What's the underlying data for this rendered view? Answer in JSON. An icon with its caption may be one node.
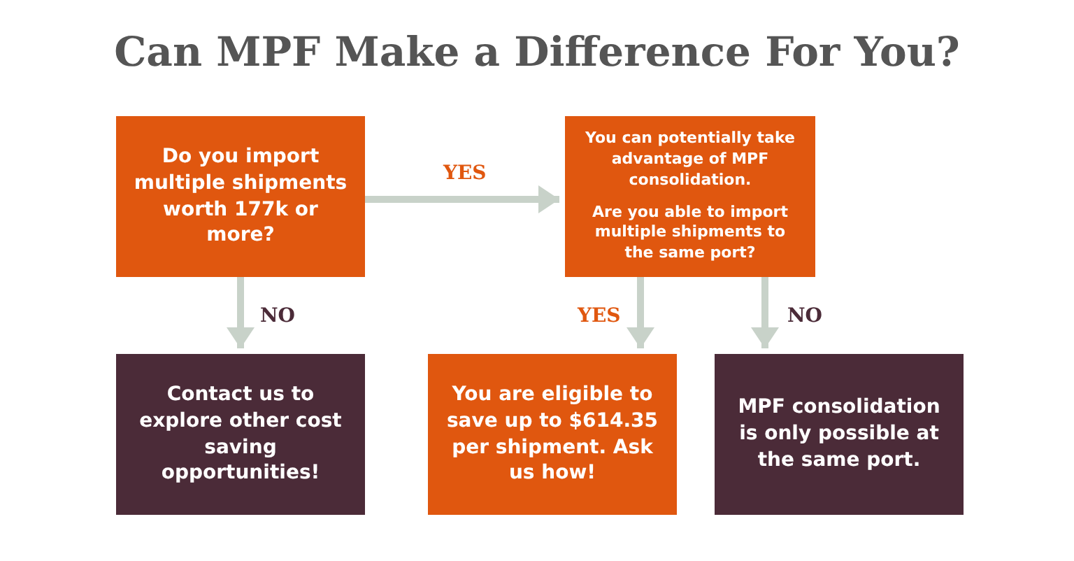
{
  "diagram": {
    "title": "Can MPF Make a Difference For You?",
    "nodes": [
      {
        "text": [
          "Do you import multiple shipments worth 177k or more?"
        ]
      },
      {
        "text": [
          "You can potentially take advantage of MPF consolidation.",
          "Are you able to import multiple shipments to the same port?"
        ]
      },
      {
        "text": [
          "Contact us to explore other cost saving opportunities!"
        ]
      },
      {
        "text": [
          "You are eligible to save up to $614.35 per shipment. Ask us how!"
        ]
      },
      {
        "text": [
          "MPF consolidation is only possible at the same port."
        ]
      }
    ],
    "edges": [
      {
        "from": 0,
        "to": 1,
        "arrow": "to",
        "label": "YES"
      },
      {
        "from": 0,
        "to": 2,
        "arrow": "to",
        "label": "NO"
      },
      {
        "from": 1,
        "to": 3,
        "arrow": "to",
        "label": "YES"
      },
      {
        "from": 1,
        "to": 4,
        "arrow": "to",
        "label": "NO"
      }
    ]
  }
}
